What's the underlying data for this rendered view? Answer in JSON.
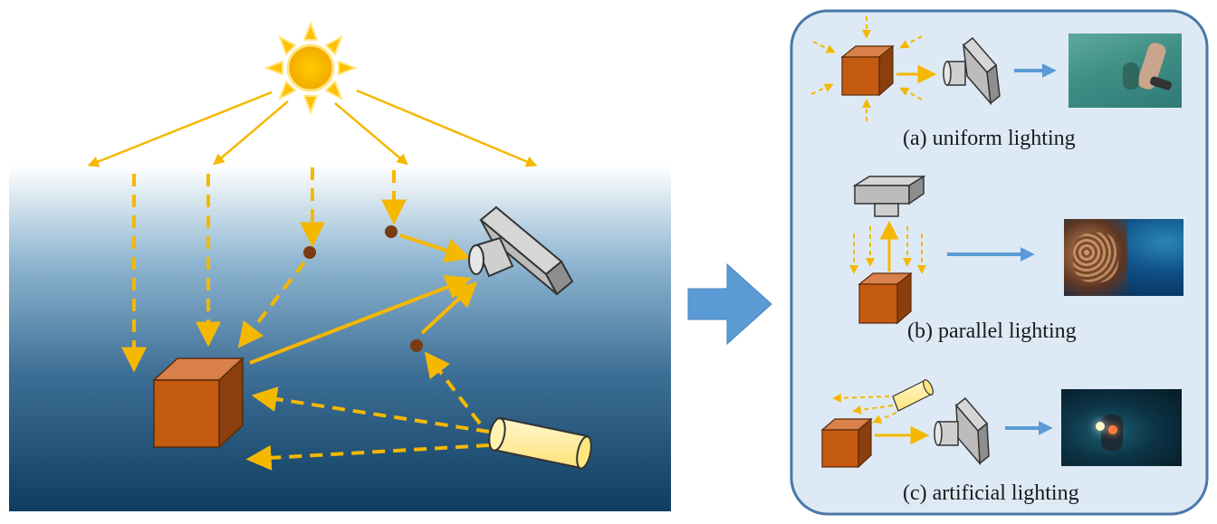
{
  "colors": {
    "ray": "#f5b800",
    "sun_core": "#ffc000",
    "water_top": "#ffffff",
    "water_mid": "#6a9bbd",
    "water_bottom": "#0e3d60",
    "cube_front": "#c55a11",
    "cube_top": "#d9804b",
    "cube_side": "#8c3f0c",
    "particle": "#7a3b13",
    "camera_body": "#b5b5b5",
    "flashlight": "#fff0a8",
    "panel_fill": "#dde9f5",
    "panel_border": "#4a78a8",
    "big_arrow": "#5b9bd5",
    "small_arrow": "#5b9bd5"
  },
  "icons": {
    "sun": "sun-icon",
    "camera": "camera-icon",
    "cube": "object-cube-icon",
    "flashlight": "flashlight-icon",
    "arrow": "arrow-right-icon"
  },
  "panel": {
    "items": [
      {
        "label": "(a) uniform lighting",
        "thumb": "shallow-water-swimmer-photo"
      },
      {
        "label": "(b) parallel lighting",
        "thumb": "coral-reef-photo"
      },
      {
        "label": "(c) artificial lighting",
        "thumb": "diver-with-torch-photo"
      }
    ]
  }
}
